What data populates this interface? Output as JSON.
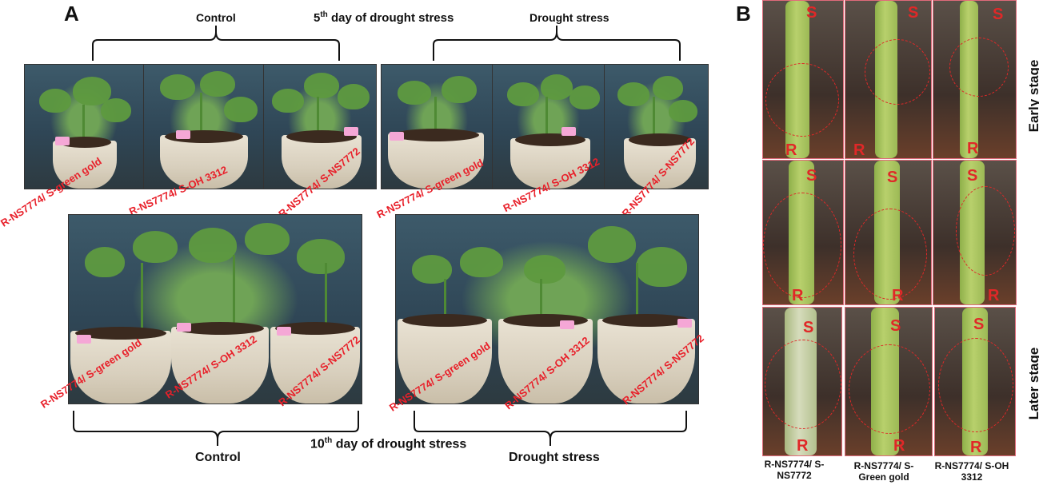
{
  "panelA": {
    "letter": "A",
    "top_left_group": "Control",
    "top_center_title": "day of drought stress",
    "top_center_ord": "5",
    "top_center_sup": "th",
    "top_right_group": "Drought stress",
    "bottom_center_ord": "10",
    "bottom_center_sup": "th",
    "bottom_center_title": "day of drought stress",
    "bottom_left_group": "Control",
    "bottom_right_group": "Drought stress",
    "top_labels": [
      "R-NS7774/ S-green gold",
      "R-NS7774/ S-OH 3312",
      "R-NS7774/ S-NS7772",
      "R-NS7774/ S-green gold",
      "R-NS7774/ S-OH 3312",
      "R-NS7774/ S-NS7772"
    ],
    "bottom_labels": [
      "R-NS7774/ S-green gold",
      "R-NS7774/ S-OH 3312",
      "R-NS7774/ S-NS7772",
      "R-NS7774/ S-green gold",
      "R-NS7774/ S-OH 3312",
      "R-NS7774/ S-NS7772"
    ]
  },
  "panelB": {
    "letter": "B",
    "scion_mark": "S",
    "root_mark": "R",
    "row_label_early": "Early stage",
    "row_label_later": "Later stage",
    "captions": [
      "R-NS7774/ S-NS7772",
      "R-NS7774/ S-Green gold",
      "R-NS7774/ S-OH 3312"
    ]
  },
  "colors": {
    "label_red": "#e8202a",
    "circle_red": "#e02828",
    "frame_pink": "#e06a7a"
  }
}
